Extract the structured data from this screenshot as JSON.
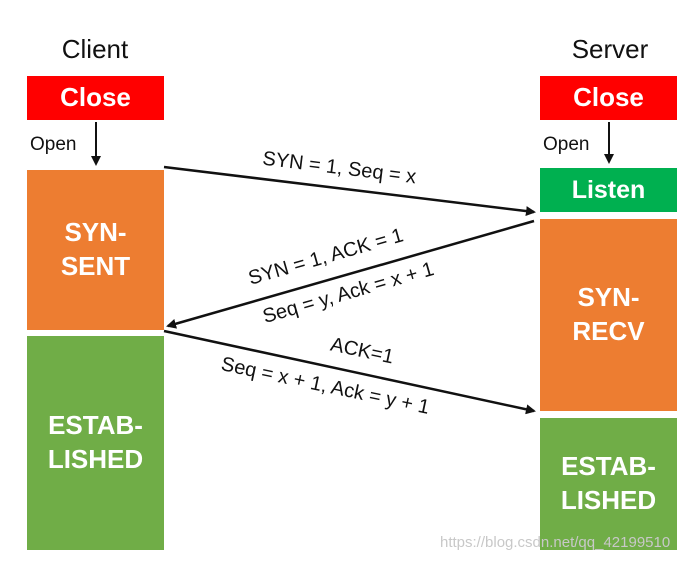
{
  "client": {
    "title": "Client",
    "close": "Close",
    "open": "Open",
    "syn_sent_1": "SYN-",
    "syn_sent_2": "SENT",
    "established_1": "ESTAB-",
    "established_2": "LISHED"
  },
  "server": {
    "title": "Server",
    "close": "Close",
    "open": "Open",
    "listen": "Listen",
    "syn_recv_1": "SYN-",
    "syn_recv_2": "RECV",
    "established_1": "ESTAB-",
    "established_2": "LISHED"
  },
  "messages": {
    "m1": "SYN = 1,  Seq = x",
    "m2_line1": "SYN = 1,   ACK = 1",
    "m2_line2": "Seq = y,  Ack = x + 1",
    "m3_line1": "ACK=1",
    "m3_line2": "Seq = x + 1,  Ack = y + 1"
  },
  "watermark": "https://blog.csdn.net/qq_42199510",
  "colors": {
    "close": "#ff0000",
    "listen": "#00b050",
    "syn_state": "#ed7d31",
    "established": "#70ad47"
  }
}
